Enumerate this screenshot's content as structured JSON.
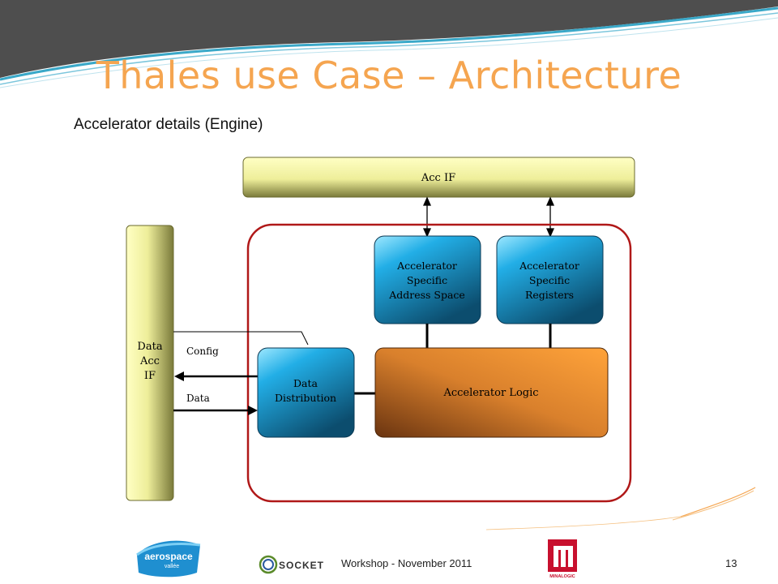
{
  "slide": {
    "title": "Thales use Case – Architecture",
    "subtitle": "Accelerator details (Engine)",
    "footer": "Workshop - November 2011",
    "page_number": "13"
  },
  "diagram": {
    "acc_if": "Acc IF",
    "data_acc_if": [
      "Data",
      "Acc",
      "IF"
    ],
    "address_space": [
      "Accelerator",
      "Specific",
      "Address Space"
    ],
    "registers": [
      "Accelerator",
      "Specific",
      "Registers"
    ],
    "data_distribution": [
      "Data",
      "Distribution"
    ],
    "accelerator_logic": "Accelerator Logic",
    "config_label": "Config",
    "data_label": "Data"
  },
  "logos": {
    "aerospace": [
      "aerospace",
      "vallée"
    ],
    "socket": "SOCKET",
    "minalogic": "MINALOGIC"
  },
  "colors": {
    "title": "#f5a550",
    "engine_border": "#b01818",
    "accent_teal": "#3aa8c8"
  }
}
